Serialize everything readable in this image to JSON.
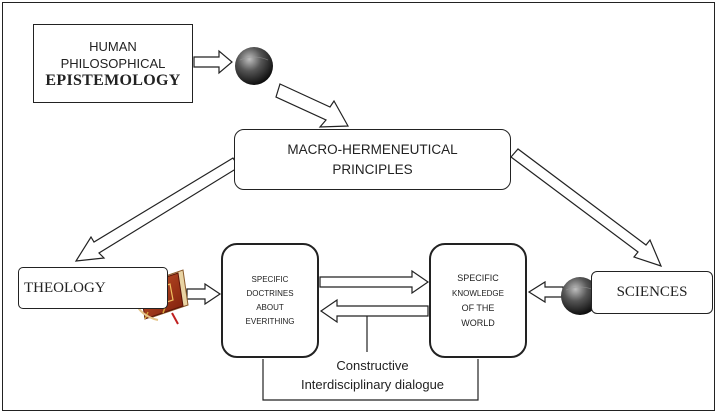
{
  "nodes": {
    "epistemology": {
      "lines": [
        "HUMAN",
        "PHILOSOPHICAL"
      ],
      "emph": "EPISTEMOLOGY"
    },
    "macro": {
      "lines": [
        "MACRO-HERMENEUTICAL",
        "PRINCIPLES"
      ]
    },
    "theology": {
      "label": "THEOLOGY"
    },
    "doctrines": {
      "lines": [
        "SPECIFIC",
        "DOCTRINES",
        "ABOUT",
        "EVERITHING"
      ]
    },
    "knowledge": {
      "lines": [
        "SPECIFIC",
        "KNOWLEDGE",
        "OF THE",
        "WORLD"
      ]
    },
    "sciences": {
      "label": "SCIENCES"
    },
    "dialogue": {
      "lines": [
        "Constructive",
        "Interdisciplinary dialogue"
      ]
    }
  },
  "icons": {
    "globe_1": "globe-icon",
    "globe_2": "globe-icon",
    "book": "bible-book-icon"
  },
  "colors": {
    "stroke": "#222222",
    "fill": "#ffffff"
  }
}
